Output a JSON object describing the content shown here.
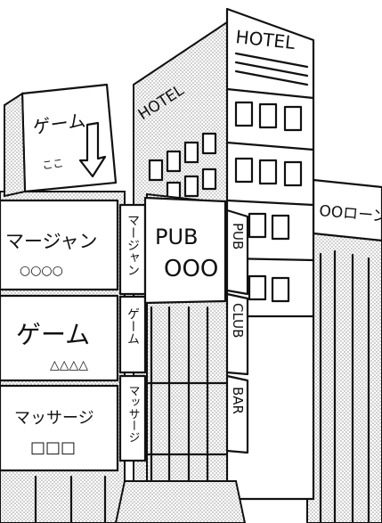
{
  "illustration": {
    "signs": {
      "hotel_right": "HOTEL",
      "hotel_left": "HOTEL",
      "top_left_sign": "ゲーム",
      "top_left_sub": "ここ",
      "loan": "OOローン",
      "mahjong": "マージャン",
      "mahjong_sub": "○○○○",
      "vertical_mahjong": "マージャン",
      "pub_main": "PUB",
      "pub_sub": "OOO",
      "vertical_pub": "PUB",
      "vertical_club": "CLUB",
      "vertical_bar": "BAR",
      "game": "ゲーム",
      "game_sub": "△△△△",
      "vertical_game": "ゲーム",
      "massage": "マッサージ",
      "massage_sub": "□□□",
      "vertical_massage": "マッサージ"
    },
    "colors": {
      "ink": "#111111",
      "paper": "#ffffff",
      "screentone": "#9a9a9a"
    }
  }
}
